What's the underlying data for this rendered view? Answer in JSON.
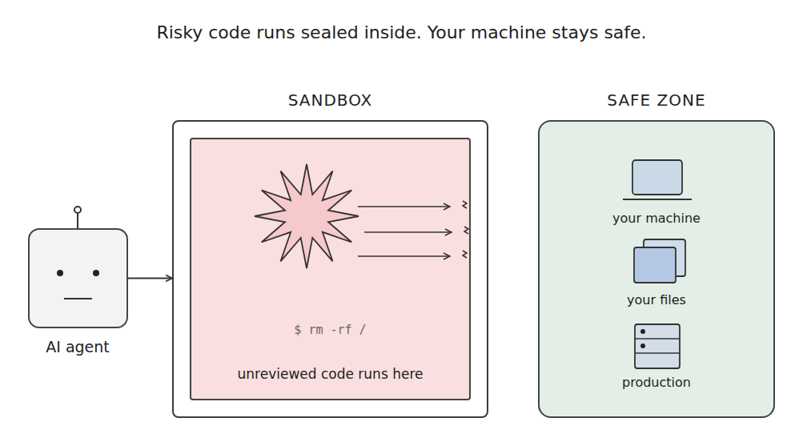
{
  "diagram": {
    "title": "Risky code runs sealed inside. Your machine stays safe.",
    "nodes": [
      {
        "text": [
          "AI agent"
        ]
      },
      {
        "text": [
          "SANDBOX"
        ]
      },
      {
        "text": [
          "$ rm -rf /",
          "unreviewed code runs here"
        ],
        "in": 1
      },
      {
        "text": [
          "SAFE ZONE"
        ]
      }
    ],
    "edges": [
      {
        "from": 0,
        "to": 1,
        "arrow": "to"
      }
    ],
    "labels": [
      "your machine",
      "your files",
      "production"
    ]
  }
}
